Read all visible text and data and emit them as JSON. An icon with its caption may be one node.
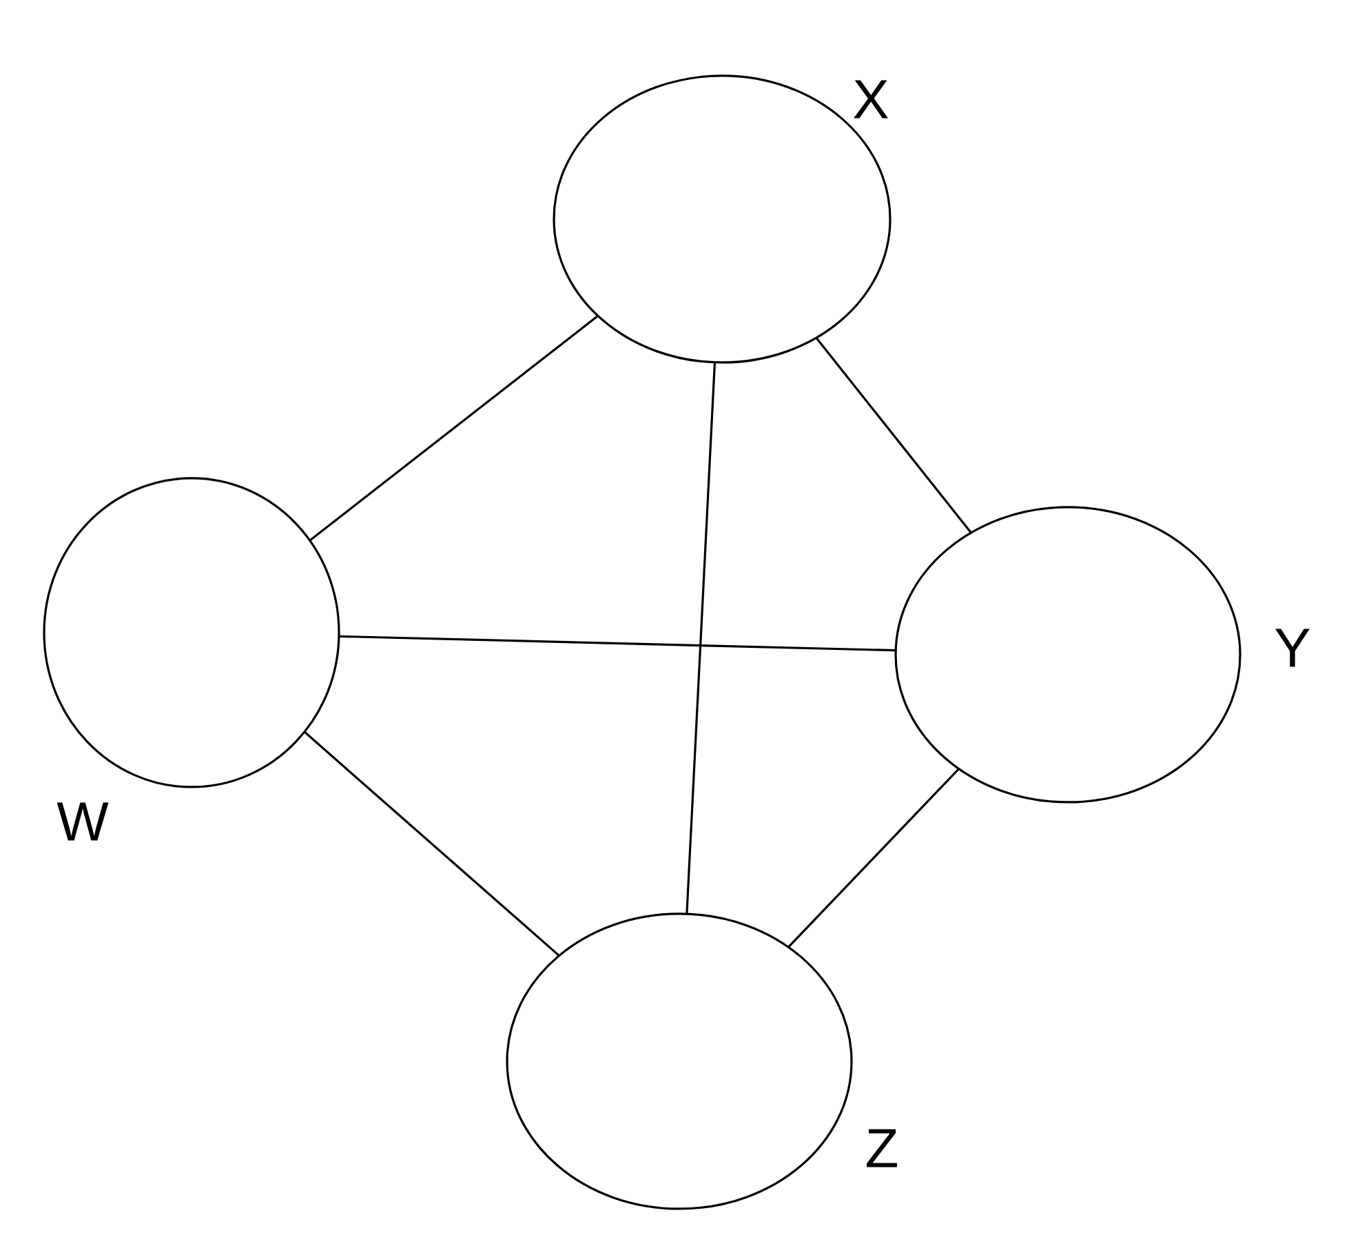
{
  "diagram": {
    "nodes": [
      {
        "text": [],
        "shape": "circle",
        "beside": [
          "X"
        ]
      },
      {
        "text": [],
        "shape": "circle",
        "beside": [
          "W"
        ]
      },
      {
        "text": [],
        "shape": "circle",
        "beside": [
          "Y"
        ]
      },
      {
        "text": [],
        "shape": "circle",
        "beside": [
          "Z"
        ]
      }
    ],
    "edges": [
      {
        "from": 0,
        "to": 1,
        "arrow": "none"
      },
      {
        "from": 0,
        "to": 2,
        "arrow": "none"
      },
      {
        "from": 0,
        "to": 3,
        "arrow": "none"
      },
      {
        "from": 1,
        "to": 2,
        "arrow": "none"
      },
      {
        "from": 1,
        "to": 3,
        "arrow": "none"
      },
      {
        "from": 2,
        "to": 3,
        "arrow": "none"
      }
    ]
  }
}
